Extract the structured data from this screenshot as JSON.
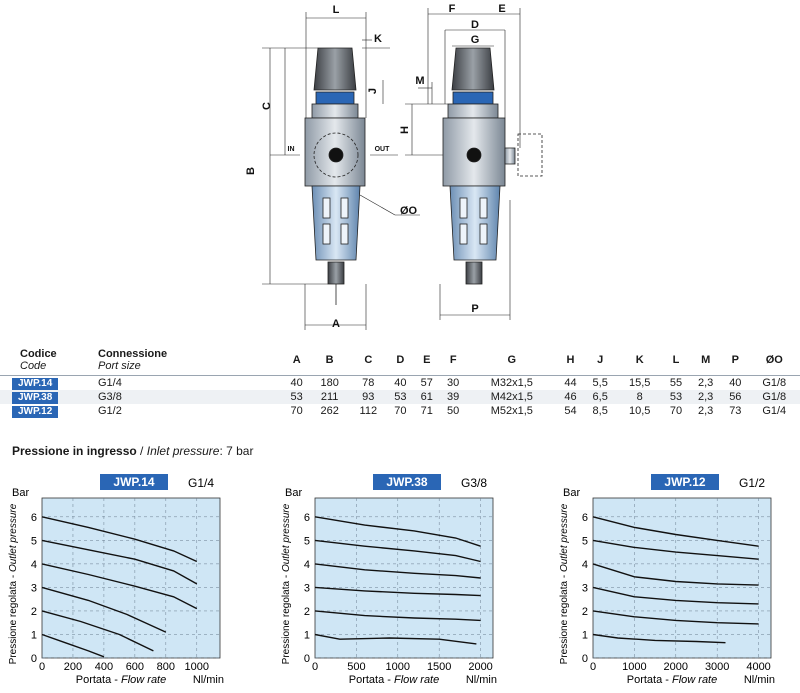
{
  "drawing_labels": {
    "left_view": [
      "L",
      "K",
      "C",
      "J",
      "B",
      "IN",
      "OUT",
      "ØO",
      "A"
    ],
    "right_view": [
      "F",
      "E",
      "D",
      "G",
      "M",
      "H",
      "P"
    ]
  },
  "table": {
    "headers": {
      "code_it": "Codice",
      "code_en": "Code",
      "port_it": "Connessione",
      "port_en": "Port size",
      "dims": [
        "A",
        "B",
        "C",
        "D",
        "E",
        "F",
        "G",
        "H",
        "J",
        "K",
        "L",
        "M",
        "P",
        "ØO"
      ]
    },
    "rows": [
      {
        "code": "JWP.14",
        "port": "G1/4",
        "values": [
          "40",
          "180",
          "78",
          "40",
          "57",
          "30",
          "M32x1,5",
          "44",
          "5,5",
          "15,5",
          "55",
          "2,3",
          "40",
          "G1/8"
        ]
      },
      {
        "code": "JWP.38",
        "port": "G3/8",
        "values": [
          "53",
          "211",
          "93",
          "53",
          "61",
          "39",
          "M42x1,5",
          "46",
          "6,5",
          "8",
          "53",
          "2,3",
          "56",
          "G1/8"
        ]
      },
      {
        "code": "JWP.12",
        "port": "G1/2",
        "values": [
          "70",
          "262",
          "112",
          "70",
          "71",
          "50",
          "M52x1,5",
          "54",
          "8,5",
          "10,5",
          "70",
          "2,3",
          "73",
          "G1/4"
        ]
      }
    ]
  },
  "inlet": {
    "it": "Pressione in ingresso",
    "sep": " / ",
    "en": "Inlet pressure",
    "value": ": 7 bar"
  },
  "axis_text": {
    "y_unit": "Bar",
    "y_it": "Pressione regolata",
    "y_en": "Outlet pressure",
    "x_it": "Portata",
    "x_en": "Flow rate",
    "x_unit": "Nl/min"
  },
  "colors": {
    "accent": "#2a66b5",
    "plot_bg": "#cfe6f5"
  },
  "chart_data": [
    {
      "type": "line",
      "title": "JWP.14",
      "subtitle": "G1/4",
      "xticks": [
        0,
        200,
        400,
        600,
        800,
        1000
      ],
      "yticks": [
        0,
        1,
        2,
        3,
        4,
        5,
        6
      ],
      "xlim": [
        0,
        1150
      ],
      "ylim": [
        0,
        6.8
      ],
      "grid": true,
      "series": [
        {
          "x": [
            0,
            300,
            600,
            850,
            1000
          ],
          "y": [
            6,
            5.55,
            5.05,
            4.55,
            4.1
          ]
        },
        {
          "x": [
            0,
            300,
            600,
            850,
            1000
          ],
          "y": [
            5,
            4.6,
            4.2,
            3.7,
            3.15
          ]
        },
        {
          "x": [
            0,
            300,
            600,
            850,
            1000
          ],
          "y": [
            4,
            3.55,
            3.05,
            2.6,
            2.1
          ]
        },
        {
          "x": [
            0,
            300,
            550,
            800
          ],
          "y": [
            3,
            2.45,
            1.85,
            1.1
          ]
        },
        {
          "x": [
            0,
            250,
            500,
            720
          ],
          "y": [
            2,
            1.55,
            1.0,
            0.3
          ]
        },
        {
          "x": [
            0,
            150,
            300,
            400
          ],
          "y": [
            1,
            0.65,
            0.3,
            0.05
          ]
        }
      ]
    },
    {
      "type": "line",
      "title": "JWP.38",
      "subtitle": "G3/8",
      "xticks": [
        0,
        500,
        1000,
        1500,
        2000
      ],
      "yticks": [
        0,
        1,
        2,
        3,
        4,
        5,
        6
      ],
      "xlim": [
        0,
        2150
      ],
      "ylim": [
        0,
        6.8
      ],
      "grid": true,
      "series": [
        {
          "x": [
            0,
            600,
            1200,
            1700,
            2000
          ],
          "y": [
            6,
            5.65,
            5.4,
            5.1,
            4.75
          ]
        },
        {
          "x": [
            0,
            600,
            1200,
            1700,
            2000
          ],
          "y": [
            5,
            4.75,
            4.55,
            4.35,
            4.1
          ]
        },
        {
          "x": [
            0,
            600,
            1200,
            1700,
            2000
          ],
          "y": [
            4,
            3.75,
            3.6,
            3.5,
            3.4
          ]
        },
        {
          "x": [
            0,
            600,
            1200,
            1700,
            2000
          ],
          "y": [
            3,
            2.85,
            2.75,
            2.7,
            2.65
          ]
        },
        {
          "x": [
            0,
            600,
            1200,
            1700,
            2000
          ],
          "y": [
            2,
            1.8,
            1.7,
            1.65,
            1.6
          ]
        },
        {
          "x": [
            0,
            300,
            900,
            1500,
            1950
          ],
          "y": [
            1,
            0.8,
            0.85,
            0.8,
            0.6
          ]
        }
      ]
    },
    {
      "type": "line",
      "title": "JWP.12",
      "subtitle": "G1/2",
      "xticks": [
        0,
        1000,
        2000,
        3000,
        4000
      ],
      "yticks": [
        0,
        1,
        2,
        3,
        4,
        5,
        6
      ],
      "xlim": [
        0,
        4300
      ],
      "ylim": [
        0,
        6.8
      ],
      "grid": true,
      "series": [
        {
          "x": [
            0,
            1000,
            2000,
            3000,
            4000
          ],
          "y": [
            6,
            5.55,
            5.25,
            5.0,
            4.75
          ]
        },
        {
          "x": [
            0,
            1000,
            2000,
            3000,
            4000
          ],
          "y": [
            5,
            4.7,
            4.5,
            4.35,
            4.2
          ]
        },
        {
          "x": [
            0,
            1000,
            2000,
            3000,
            4000
          ],
          "y": [
            4,
            3.45,
            3.25,
            3.15,
            3.1
          ]
        },
        {
          "x": [
            0,
            1000,
            2000,
            3000,
            4000
          ],
          "y": [
            3,
            2.6,
            2.45,
            2.35,
            2.3
          ]
        },
        {
          "x": [
            0,
            1000,
            2000,
            3000,
            4000
          ],
          "y": [
            2,
            1.75,
            1.6,
            1.5,
            1.45
          ]
        },
        {
          "x": [
            0,
            600,
            1500,
            2500,
            3200
          ],
          "y": [
            1,
            0.85,
            0.75,
            0.7,
            0.65
          ]
        }
      ]
    }
  ]
}
